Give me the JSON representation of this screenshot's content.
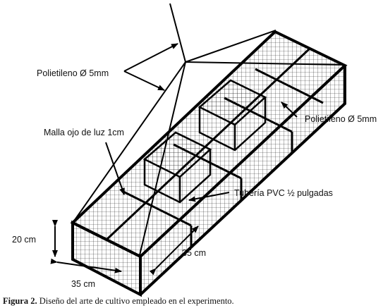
{
  "labels": {
    "polyethylene_left": "Polietileno Ø 5mm",
    "polyethylene_right": "Polietileno Ø 5mm",
    "mesh": "Malla ojo de luz 1cm",
    "pipe": "Tubería  PVC ½ pulgadas",
    "height": "20 cm",
    "depth": "35 cm",
    "width": "35 cm"
  },
  "caption": {
    "prefix": "Figura 2.",
    "text": " Diseño del arte de cultivo empleado en el experimento."
  }
}
